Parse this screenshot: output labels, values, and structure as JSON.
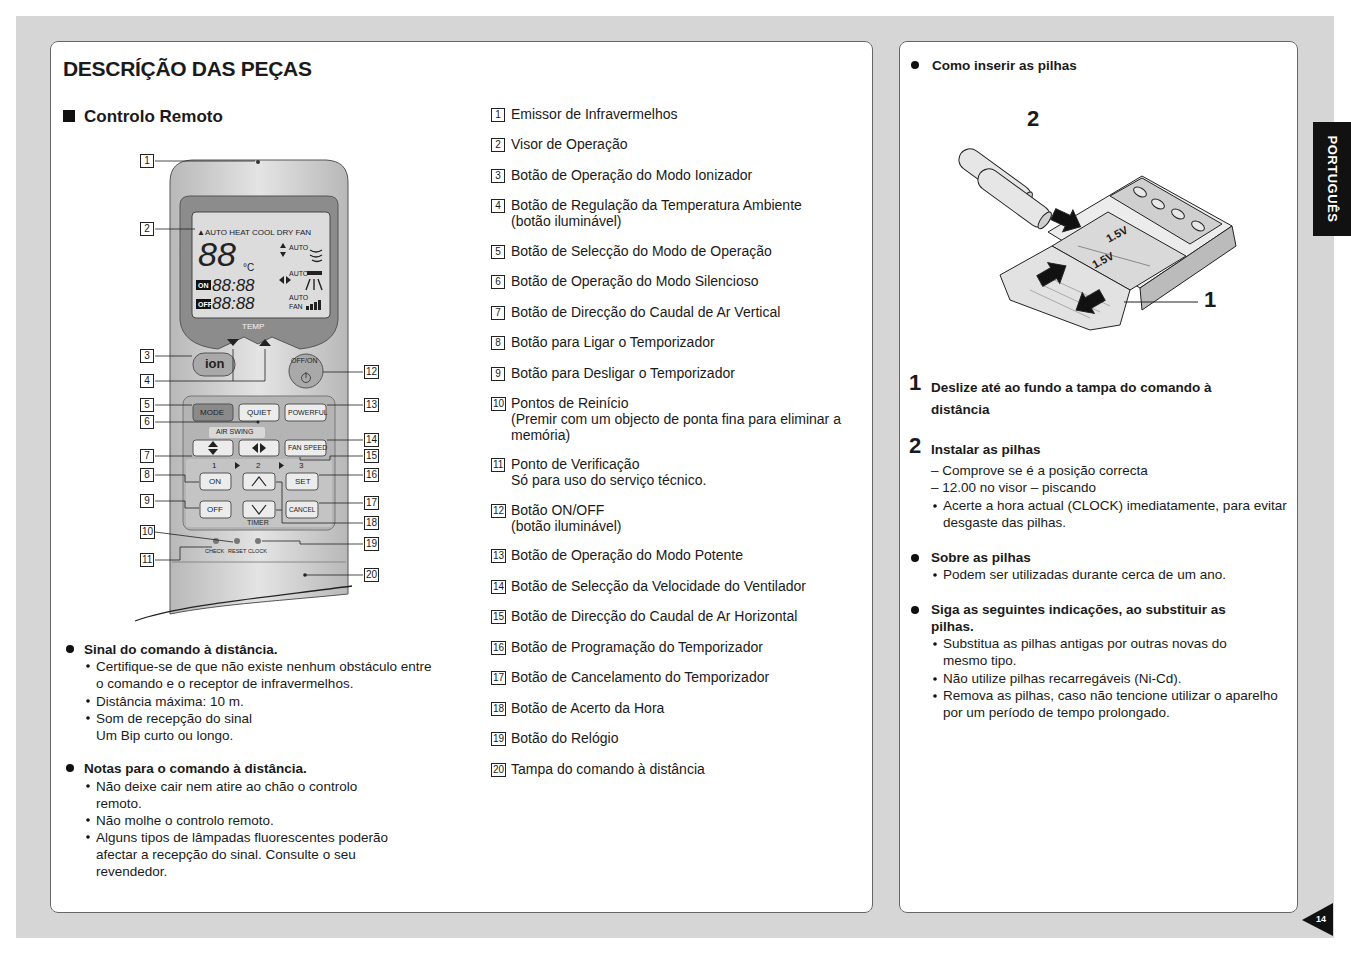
{
  "diagram": {
    "title": "DESCRÍÇÃO DAS PEÇAS",
    "nodes": [
      {
        "text": [
          "Controlo Remoto"
        ]
      },
      {
        "text": [
          "Como inserir as pilhas"
        ]
      },
      {
        "text": [
          "PORTUGUÊS"
        ]
      },
      {
        "text": [
          "14"
        ]
      }
    ],
    "labels": [
      "1",
      "2",
      "3",
      "4",
      "5",
      "6",
      "7",
      "8",
      "9",
      "10",
      "11",
      "12",
      "13",
      "14",
      "15",
      "16",
      "17",
      "18",
      "19",
      "20",
      "▲AUTO HEAT COOL DRY FAN",
      "88",
      "°C",
      "AUTO",
      "ON",
      "88:88",
      "AUTO",
      "OFF",
      "88:88",
      "AUTO",
      "FAN",
      "TEMP",
      "ion",
      "OFF/ON",
      "MODE",
      "QUIET",
      "POWERFUL",
      "AIR SWING",
      "FAN SPEED",
      "1",
      "2",
      "3",
      "ON",
      "SET",
      "OFF",
      "CANCEL",
      "TIMER",
      "CHECK",
      "RESET",
      "CLOCK",
      "2",
      "1",
      "1.5V",
      "1.5V",
      "1",
      "Emissor de Infravermelhos",
      "2",
      "Visor de Operação",
      "3",
      "Botão de Operação do Modo Ionizador",
      "4",
      "Botão de Regulação da Temperatura Ambiente (botão iluminável)",
      "5",
      "Botão de Selecção do Modo de Operação",
      "6",
      "Botão de Operação do Modo Silencioso",
      "7",
      "Botão de Direcção do Caudal de Ar Vertical",
      "8",
      "Botão para Ligar o Temporizador",
      "9",
      "Botão para Desligar o Temporizador",
      "10",
      "Pontos de Reinício",
      "(Premir com um objecto de ponta fina para eliminar a memória)",
      "11",
      "Ponto de Verificação",
      "Só para uso do serviço técnico.",
      "12",
      "Botão ON/OFF",
      "(botão iluminável)",
      "13",
      "Botão de Operação do Modo Potente",
      "14",
      "Botão de Selecção da Velocidade do Ventilador",
      "15",
      "Botão de Direcção do Caudal de Ar Horizontal",
      "16",
      "Botão de Programação do Temporizador",
      "17",
      "Botão de Cancelamento do Temporizador",
      "18",
      "Botão de Acerto da Hora",
      "19",
      "Botão do Relógio",
      "20",
      "Tampa do comando à distância",
      "Sinal do comando à distância.",
      "Certifique-se de que não existe nenhum obstáculo entre o comando e o receptor de infravermelhos.",
      "Distância máxima: 10 m.",
      "Som de recepção do sinal",
      "Um Bip curto ou longo.",
      "Notas para o comando à distância.",
      "Não deixe cair nem atire ao chão o controlo remoto.",
      "Não molhe o controlo remoto.",
      "Alguns tipos de lâmpadas fluorescentes poderão afectar a recepção do sinal. Consulte o seu revendedor.",
      "1",
      "Deslize até ao fundo a tampa do comando à distância",
      "2",
      "Instalar as pilhas",
      "– Comprove se é a posição correcta",
      "– 12.00 no visor – piscando",
      "Acerte a hora actual (CLOCK) imediatamente, para evitar desgaste das pilhas.",
      "Sobre as pilhas",
      "Podem ser utilizadas durante cerca de um ano.",
      "Siga as seguintes indicações, ao substituir as pilhas.",
      "Substitua as pilhas antigas por outras novas do mesmo tipo.",
      "Não utilize pilhas recarregáveis (Ni-Cd).",
      "Remova as pilhas, caso não tencione utilizar o aparelho por um período de tempo prolongado."
    ]
  }
}
